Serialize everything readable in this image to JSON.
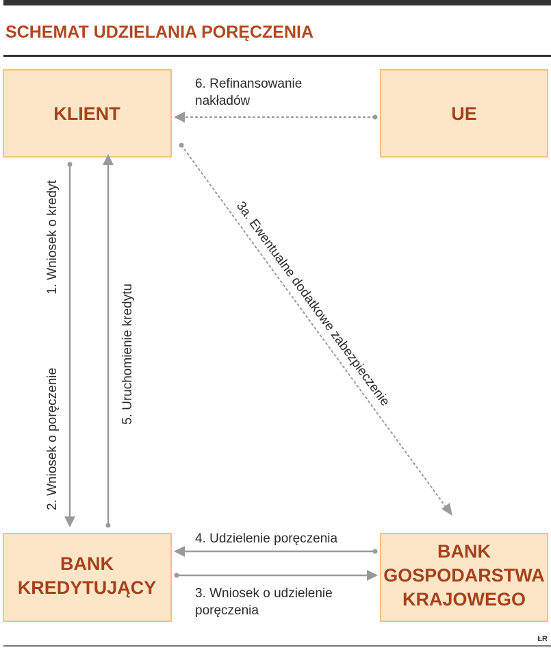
{
  "title": "SCHEMAT UDZIELANIA PORĘCZENIA",
  "nodes": {
    "klient": "KLIENT",
    "ue": "UE",
    "bank_kredytujacy": [
      "BANK",
      "KREDYTUJĄCY"
    ],
    "bgk": [
      "BANK",
      "GOSPODARSTWA",
      "KRAJOWEGO"
    ]
  },
  "edges": {
    "e1": "1. Wniosek o kredyt",
    "e2": "2. Wniosek o poręczenie",
    "e3": [
      "3. Wniosek o udzielenie",
      "poręczenia"
    ],
    "e3a": "3a. Ewentualne dodatkowe zabezpieczenie",
    "e4": "4. Udzielenie poręczenia",
    "e5": "5. Uruchomienie kredytu",
    "e6": [
      "6. Refinansowanie",
      "nakładów"
    ]
  },
  "credit": "ŁR",
  "colors": {
    "box_fill": "#fde6c8",
    "box_border": "#f6c27c",
    "box_text": "#a5421b",
    "title": "#b2471d",
    "arrow": "#9a9a9a"
  }
}
